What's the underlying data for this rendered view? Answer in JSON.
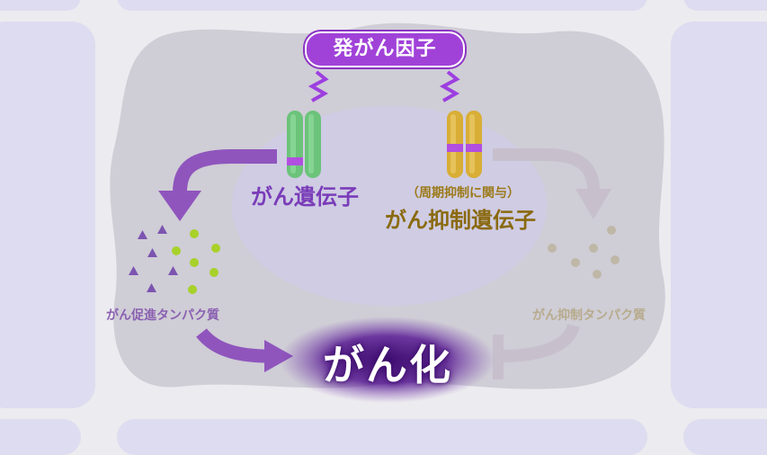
{
  "cancer_cause": "発がん因子",
  "oncogene": "がん遺伝子",
  "suppressor_note": "（周期抑制に関与）",
  "suppressor_gene": "がん抑制遺伝子",
  "oncogene_protein": "がん促進タンパク質",
  "suppressor_protein": "がん抑制タンパク質",
  "result": "がん化",
  "colors": {
    "purple": "#8f55bd",
    "oncogene_green": "#6cc37a",
    "suppressor_gold": "#d8ae36",
    "marker_magenta": "#b14fe0",
    "dot_lime": "#a8d12a",
    "triangle_purple": "#7c54b0",
    "faded_arrow": "#c7c0cc",
    "faded_dots": "#bfb8a7"
  }
}
